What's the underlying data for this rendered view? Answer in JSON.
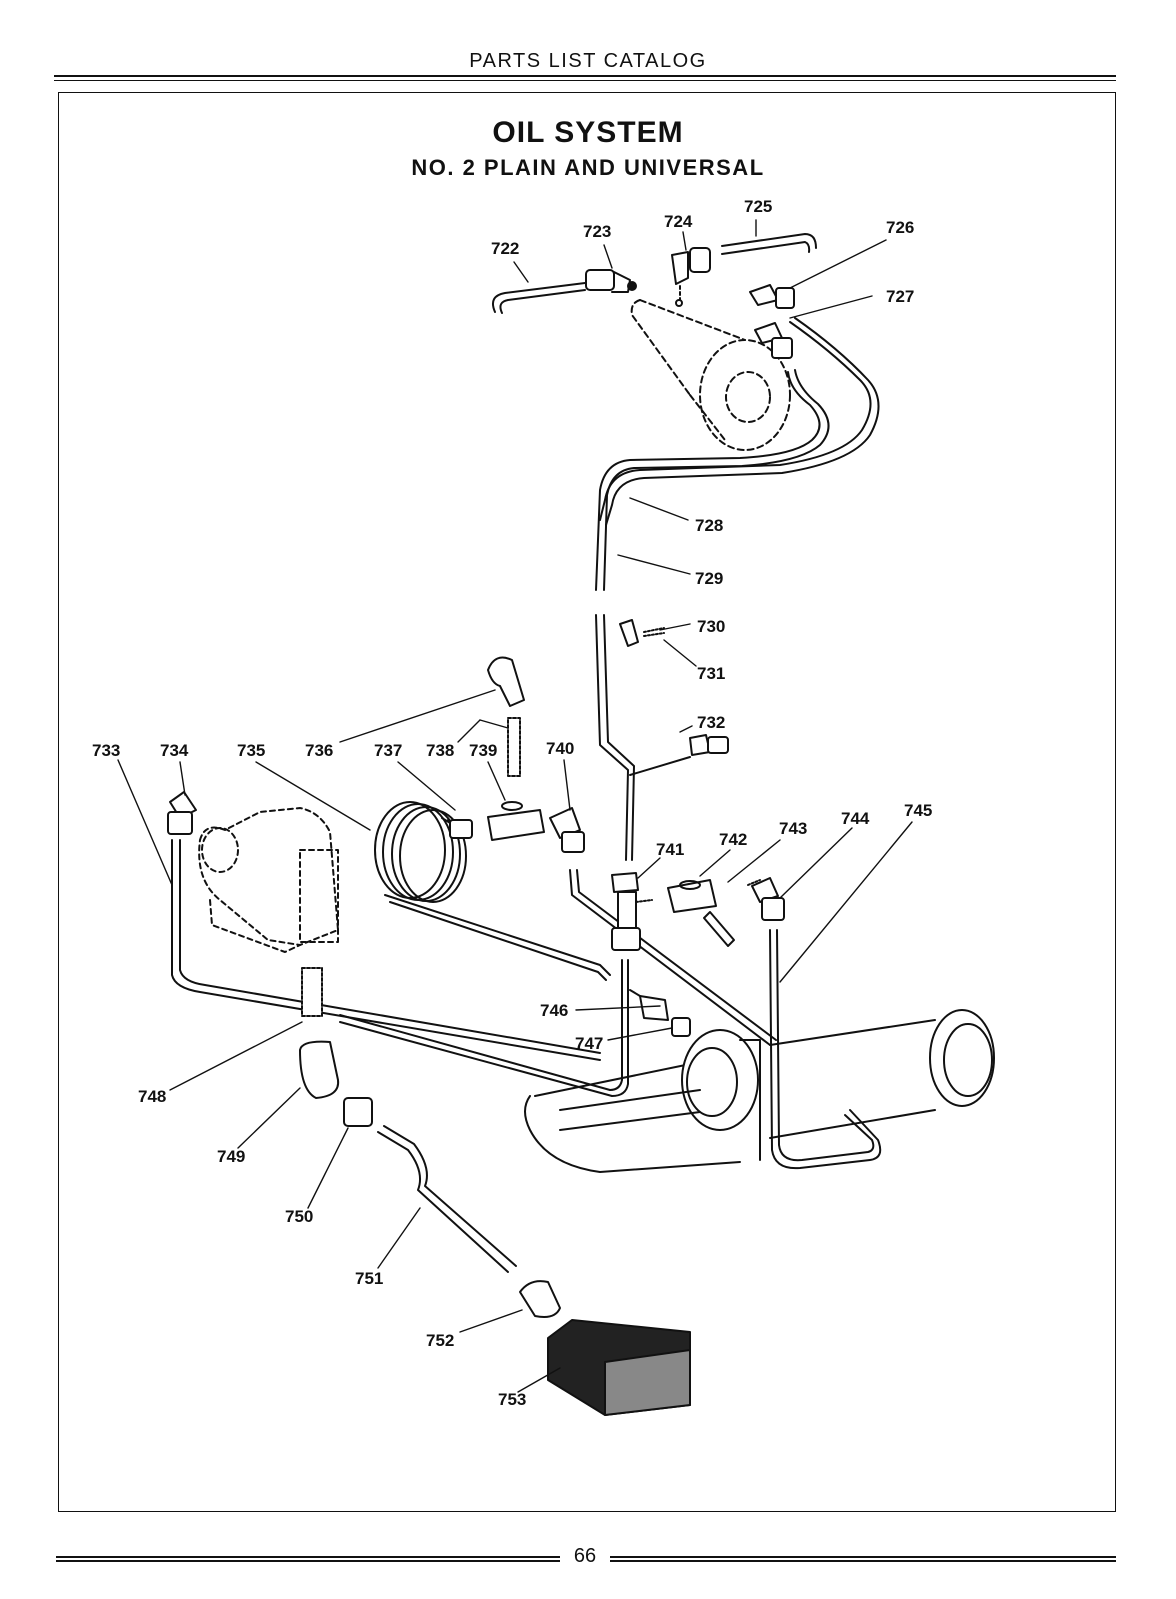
{
  "header": {
    "catalog_title": "PARTS LIST CATALOG"
  },
  "diagram": {
    "title": "OIL SYSTEM",
    "subtitle": "NO. 2 PLAIN AND UNIVERSAL",
    "part_numbers": [
      "722",
      "723",
      "724",
      "725",
      "726",
      "727",
      "728",
      "729",
      "730",
      "731",
      "732",
      "733",
      "734",
      "735",
      "736",
      "737",
      "738",
      "739",
      "740",
      "741",
      "742",
      "743",
      "744",
      "745",
      "746",
      "747",
      "748",
      "749",
      "750",
      "751",
      "752",
      "753"
    ]
  },
  "footer": {
    "page_number": "66"
  }
}
